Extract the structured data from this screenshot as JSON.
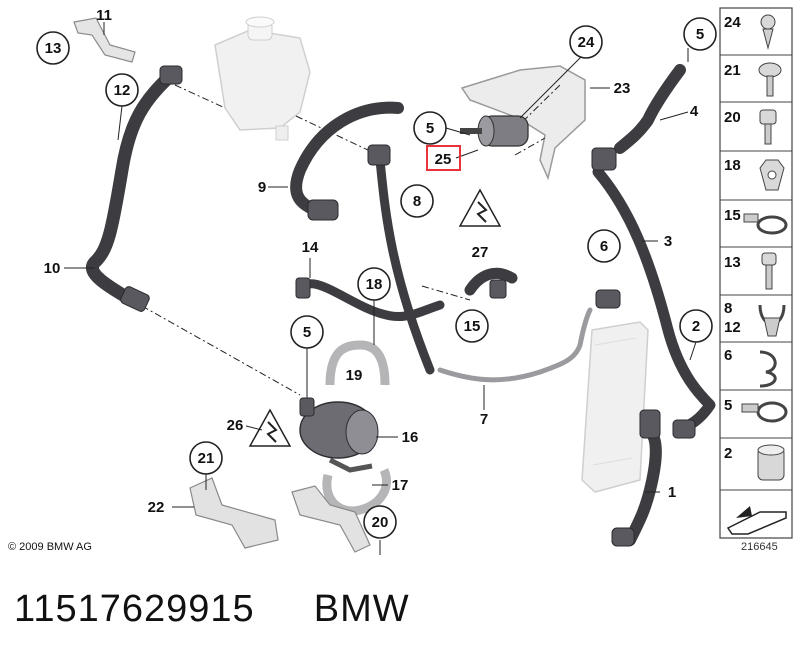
{
  "diagram": {
    "copyright": "© 2009 BMW AG",
    "reference_number": "216645",
    "part_number": "11517629915",
    "brand": "BMW",
    "callouts": [
      {
        "id": "c13",
        "text": "13",
        "circled": true
      },
      {
        "id": "c11",
        "text": "11",
        "circled": false
      },
      {
        "id": "c12",
        "text": "12",
        "circled": true
      },
      {
        "id": "c10",
        "text": "10",
        "circled": false
      },
      {
        "id": "c9",
        "text": "9",
        "circled": false
      },
      {
        "id": "c5a",
        "text": "5",
        "circled": true
      },
      {
        "id": "c25",
        "text": "25",
        "circled": false,
        "highlighted": true
      },
      {
        "id": "c24",
        "text": "24",
        "circled": true
      },
      {
        "id": "c23",
        "text": "23",
        "circled": false
      },
      {
        "id": "c8",
        "text": "8",
        "circled": true
      },
      {
        "id": "c27",
        "text": "27",
        "circled": false
      },
      {
        "id": "c5b",
        "text": "5",
        "circled": true
      },
      {
        "id": "c4",
        "text": "4",
        "circled": false
      },
      {
        "id": "c6",
        "text": "6",
        "circled": true
      },
      {
        "id": "c3",
        "text": "3",
        "circled": false
      },
      {
        "id": "c14",
        "text": "14",
        "circled": false
      },
      {
        "id": "c18",
        "text": "18",
        "circled": true
      },
      {
        "id": "c15",
        "text": "15",
        "circled": true
      },
      {
        "id": "c5c",
        "text": "5",
        "circled": true
      },
      {
        "id": "c19",
        "text": "19",
        "circled": false
      },
      {
        "id": "c2",
        "text": "2",
        "circled": true
      },
      {
        "id": "c7",
        "text": "7",
        "circled": false
      },
      {
        "id": "c26",
        "text": "26",
        "circled": false
      },
      {
        "id": "c16",
        "text": "16",
        "circled": false
      },
      {
        "id": "c21",
        "text": "21",
        "circled": true
      },
      {
        "id": "c17",
        "text": "17",
        "circled": false
      },
      {
        "id": "c22",
        "text": "22",
        "circled": false
      },
      {
        "id": "c20",
        "text": "20",
        "circled": true
      },
      {
        "id": "c1",
        "text": "1",
        "circled": false
      }
    ],
    "side_panel": [
      {
        "label": "24",
        "icon": "screw-icon"
      },
      {
        "label": "21",
        "icon": "rivet-icon"
      },
      {
        "label": "20",
        "icon": "bolt-icon"
      },
      {
        "label": "18",
        "icon": "nut-icon"
      },
      {
        "label": "15",
        "icon": "hose-clamp-icon"
      },
      {
        "label": "13",
        "icon": "bolt-icon"
      },
      {
        "label": "8\n12",
        "icon": "spring-clip-icon"
      },
      {
        "label": "6",
        "icon": "clip-icon"
      },
      {
        "label": "5",
        "icon": "hose-clamp-icon"
      },
      {
        "label": "2",
        "icon": "connector-icon"
      },
      {
        "label": "",
        "icon": "shim-arrow-icon"
      }
    ],
    "colors": {
      "hose": "#3d3c40",
      "hose_highlight": "#6b6a70",
      "tank": "#f1f1f1",
      "box_highlight": "#e8323c"
    }
  }
}
